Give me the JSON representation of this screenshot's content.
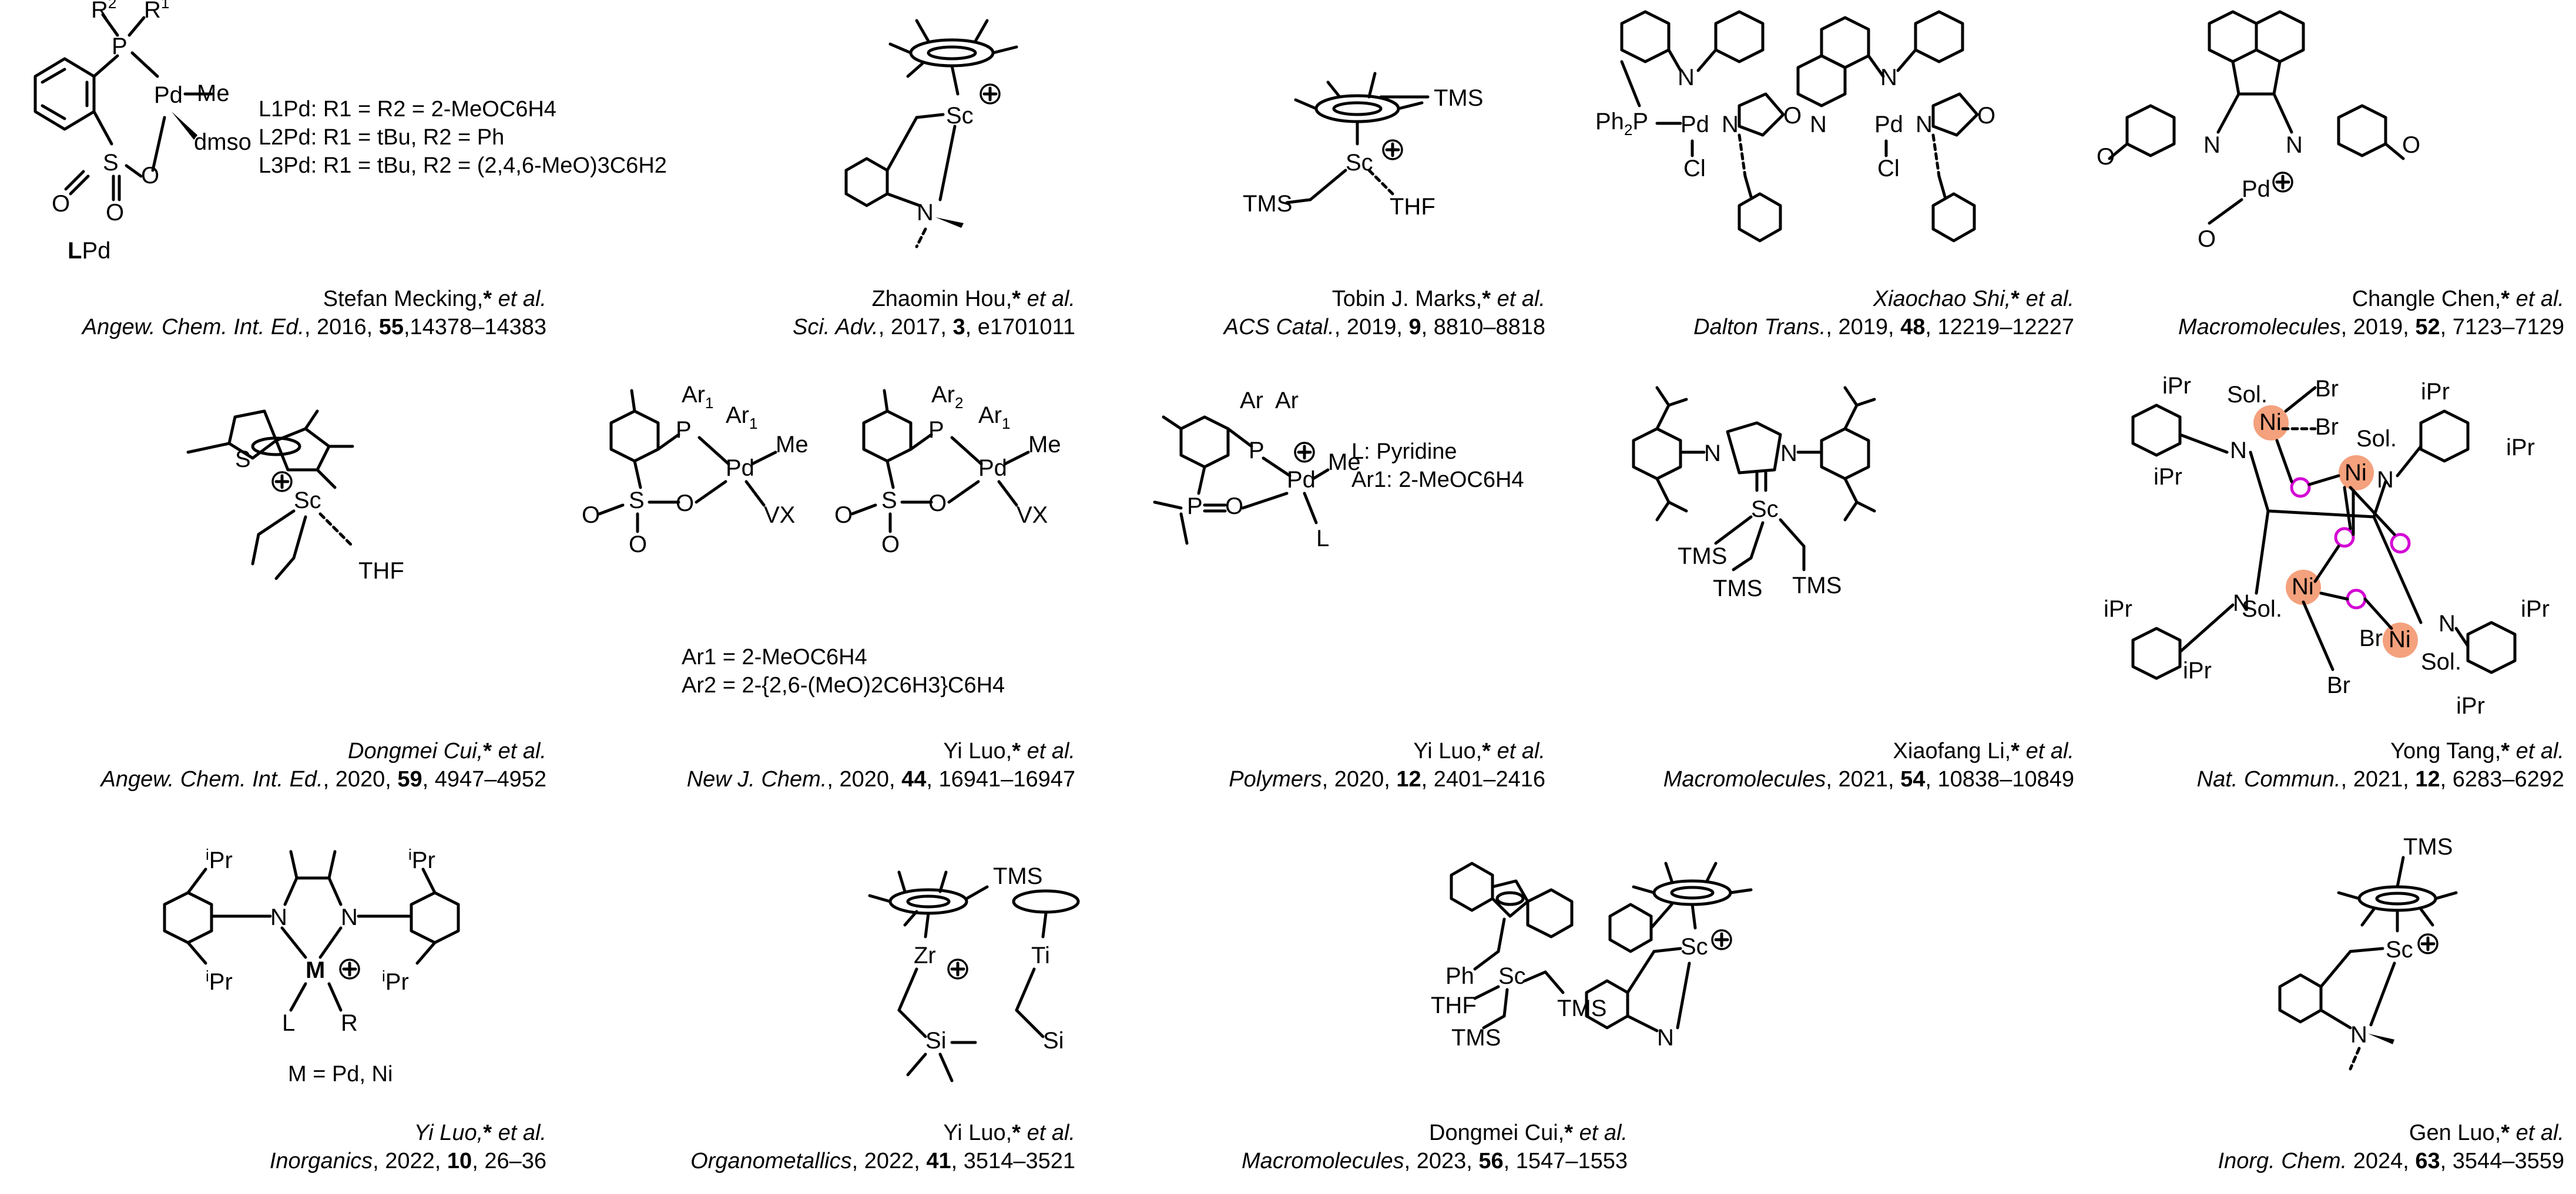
{
  "panels": [
    {
      "id": "p1",
      "notes": [
        "L1Pd: R1 = R2 = 2-MeOC6H4",
        "L2Pd: R1 = tBu, R2 = Ph",
        "L3Pd: R1 = tBu, R2 = (2,4,6-MeO)3C6H2"
      ],
      "label": "LPd",
      "author": "Stefan Mecking,",
      "etal": "* et al.",
      "journal": "Angew. Chem. Int. Ed.",
      "year": ", 2016, ",
      "volume": "55",
      "pages": ",14378–14383"
    },
    {
      "id": "p2",
      "author": "Zhaomin Hou,",
      "etal": "* et al.",
      "journal": "Sci. Adv.",
      "year": ", 2017, ",
      "volume": "3",
      "pages": ", e1701011"
    },
    {
      "id": "p3",
      "author": "Tobin J. Marks,",
      "etal": "* et al.",
      "journal": "ACS Catal.",
      "year": ", 2019, ",
      "volume": "9",
      "pages": ", 8810–8818"
    },
    {
      "id": "p4",
      "author": "Xiaochao Shi,",
      "etal": "* et al.",
      "journal": "Dalton Trans.",
      "year": ", 2019, ",
      "volume": "48",
      "pages": ", 12219–12227"
    },
    {
      "id": "p5",
      "author": "Changle Chen,",
      "etal": "* et al.",
      "journal": "Macromolecules",
      "year": ", 2019, ",
      "volume": "52",
      "pages": ", 7123–7129"
    },
    {
      "id": "p6",
      "author": "Dongmei Cui,",
      "etal": "* et al.",
      "journal": "Angew. Chem. Int. Ed.",
      "year": ", 2020, ",
      "volume": "59",
      "pages": ", 4947–4952"
    },
    {
      "id": "p7",
      "notes": [
        "Ar1 = 2-MeOC6H4",
        "Ar2 = 2-{2,6-(MeO)2C6H3}C6H4"
      ],
      "author": "Yi Luo,",
      "etal": "* et al.",
      "journal": "New J. Chem.",
      "year": ", 2020, ",
      "volume": "44",
      "pages": ", 16941–16947"
    },
    {
      "id": "p8",
      "notes": [
        "L: Pyridine",
        "Ar1: 2-MeOC6H4"
      ],
      "author": "Yi Luo,",
      "etal": "* et al.",
      "journal": "Polymers",
      "year": ", 2020, ",
      "volume": "12",
      "pages": ", 2401–2416"
    },
    {
      "id": "p9",
      "author": "Xiaofang Li,",
      "etal": "* et al.",
      "journal": "Macromolecules",
      "year": ", 2021, ",
      "volume": "54",
      "pages": ", 10838–10849"
    },
    {
      "id": "p10",
      "author": "Yong Tang,",
      "etal": "* et al.",
      "journal": "Nat. Commun.",
      "year": ", 2021, ",
      "volume": "12",
      "pages": ", 6283–6292"
    },
    {
      "id": "p11",
      "notes": [
        "M = Pd, Ni"
      ],
      "author": "Yi Luo,",
      "etal": "* et al.",
      "journal": "Inorganics",
      "year": ", 2022, ",
      "volume": "10",
      "pages": ", 26–36"
    },
    {
      "id": "p12",
      "author": "Yi Luo,",
      "etal": "* et al.",
      "journal": "Organometallics",
      "year": ", 2022, ",
      "volume": "41",
      "pages": ", 3514–3521"
    },
    {
      "id": "p13",
      "author": "Dongmei Cui,",
      "etal": "* et al.",
      "journal": "Macromolecules",
      "year": ", 2023, ",
      "volume": "56",
      "pages": ", 1547–1553"
    },
    {
      "id": "p14",
      "author": "Gen Luo,",
      "etal": "* et al.",
      "journal": "Inorg. Chem.",
      "year": " 2024, ",
      "volume": "63",
      "pages": ", 3544–3559"
    }
  ],
  "atoms": {
    "tms": "TMS",
    "thf": "THF",
    "sc": "Sc",
    "pd": "Pd",
    "ni": "Ni",
    "zr": "Zr",
    "ti": "Ti",
    "me": "Me",
    "cl": "Cl",
    "br": "Br",
    "sol": "Sol.",
    "ipr": "iPr",
    "vx": "VX",
    "ph": "Ph",
    "ph2p": "Ph2P",
    "si": "Si",
    "n": "N",
    "o": "O",
    "p": "P",
    "s": "S",
    "m": "M",
    "l": "L",
    "r": "R",
    "dmso": "dmso",
    "ar": "Ar",
    "ar1": "Ar1",
    "ar2": "Ar2",
    "r1": "R1",
    "r2": "R2"
  },
  "colors": {
    "ni_highlight": "#f4a17d",
    "oxygen_ring": "#d400d4"
  }
}
